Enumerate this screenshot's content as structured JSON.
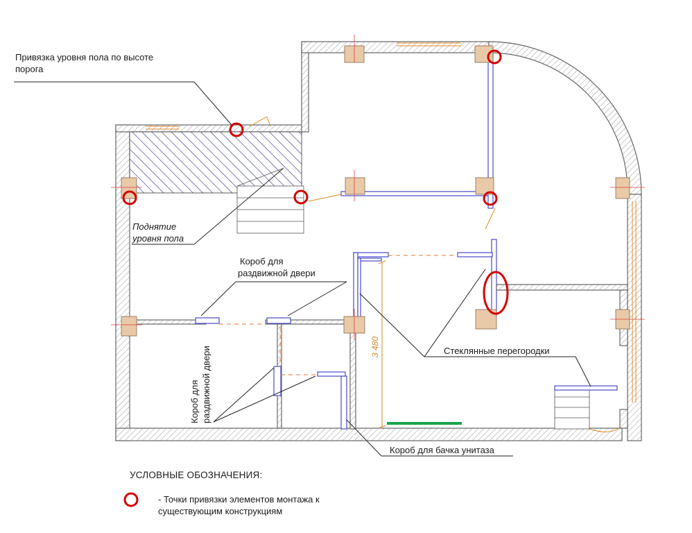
{
  "labels": {
    "floor_anchor_line1": "Привязка уровня пола по высоте",
    "floor_anchor_line2": "порога",
    "raise_line1": "Поднятие",
    "raise_line2": "уровня пола",
    "box_door_top_line1": "Короб для",
    "box_door_top_line2": "раздвижной двери",
    "box_door_side_line1": "Короб для",
    "box_door_side_line2": "раздвижной двери",
    "glass_partitions": "Стеклянные перегородки",
    "toilet_box": "Короб для бачка унитаза",
    "dimension": "3 480"
  },
  "legend": {
    "title": "УСЛОВНЫЕ ОБОЗНАЧЕНИЯ:",
    "item_line1": "- Точки привязки элементов монтажа к",
    "item_line2": "существующим конструкциям",
    "marker_color": "#d40000"
  },
  "colors": {
    "partition": "#4a4acb",
    "column_fill": "#e8c9a8",
    "accent_orange": "#e08a20",
    "marker_red": "#d40000",
    "sink_green": "#1aa34a"
  }
}
